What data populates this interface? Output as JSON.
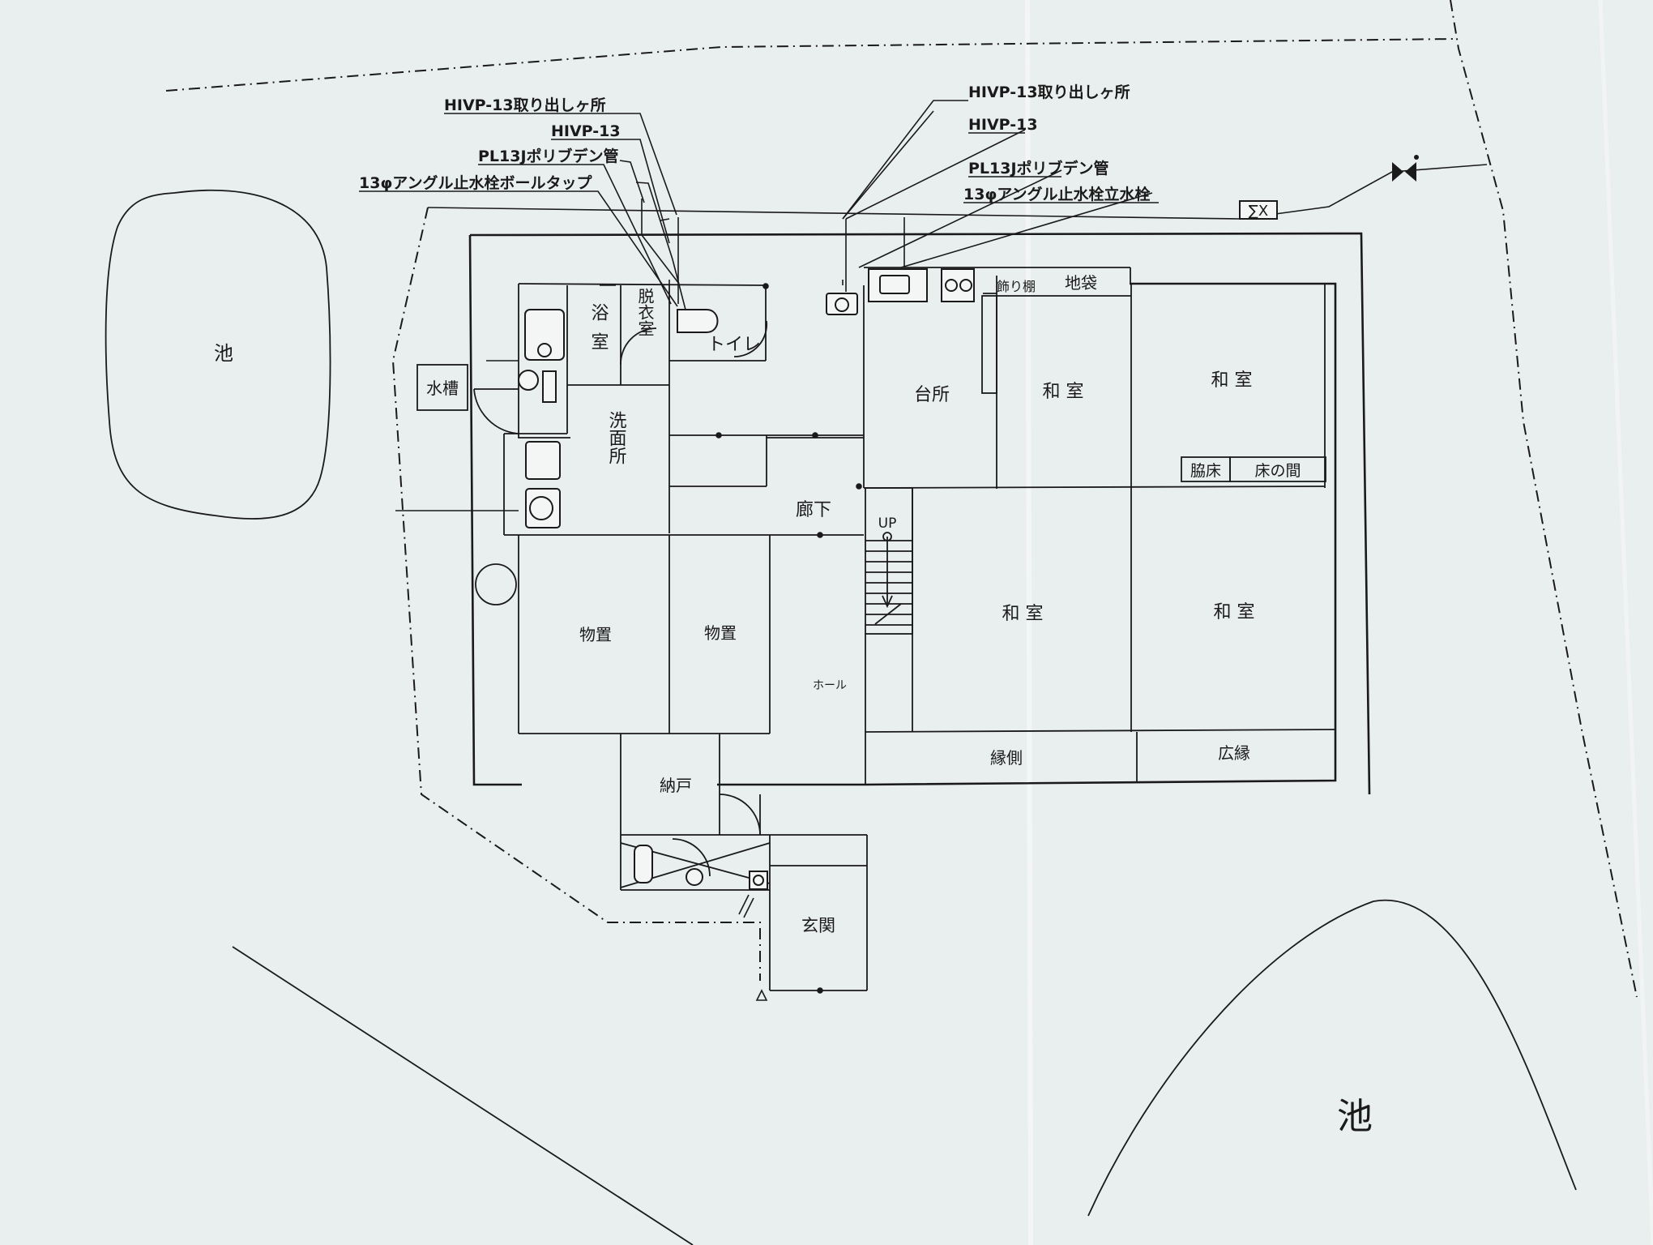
{
  "ponds": {
    "left": "池",
    "right": "池"
  },
  "annotations": {
    "left": [
      "HIVP-13取り出しヶ所",
      "HIVP-13",
      "PL13Jポリブデン管",
      "13φアングル止水栓ボールタップ"
    ],
    "right": [
      "HIVP-13取り出しヶ所",
      "HIVP-13",
      "PL13Jポリブデン管",
      "13φアングル止水栓立水栓"
    ]
  },
  "rooms": {
    "water_tank": "水槽",
    "bath": "浴室",
    "dressing": "脱衣室",
    "toilet": "トイレ",
    "washroom": "洗面所",
    "kitchen": "台所",
    "decor_shelf": "飾り棚",
    "jibukuro": "地袋",
    "washitsu_1": "和 室",
    "washitsu_2": "和 室",
    "waki_doko": "脇床",
    "tokonoma": "床の間",
    "hallway": "廊下",
    "up": "UP",
    "storage_1": "物置",
    "storage_2": "物置",
    "hall": "ホール",
    "washitsu_3": "和 室",
    "washitsu_4": "和 室",
    "engawa_1": "縁側",
    "engawa_2": "広縁",
    "closet": "納戸",
    "entrance": "玄関"
  }
}
